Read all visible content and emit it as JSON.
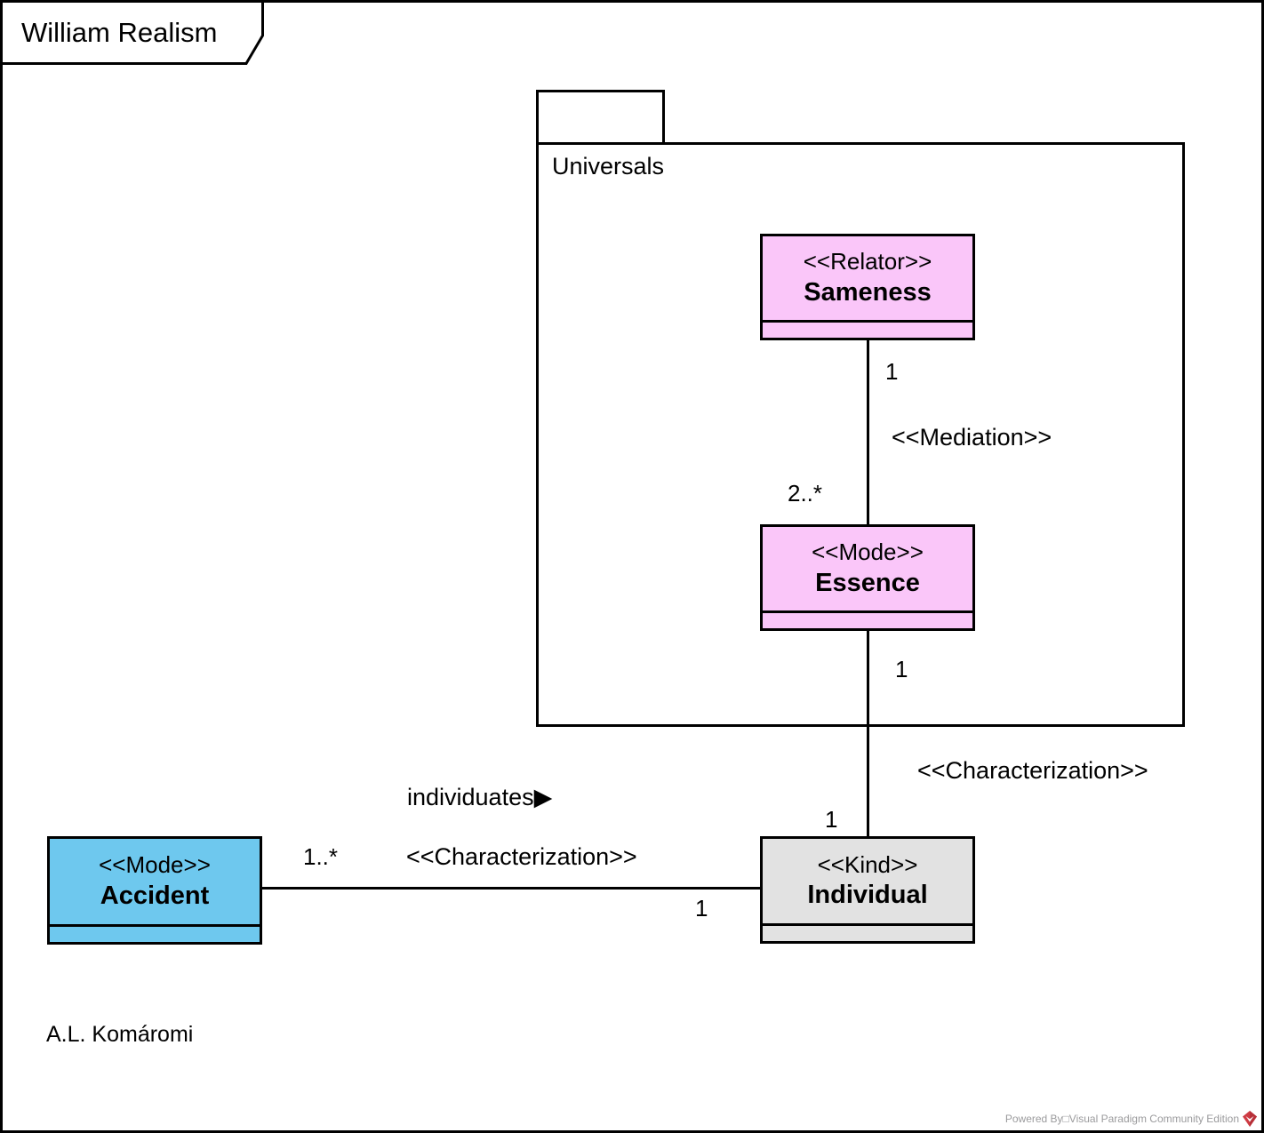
{
  "frame": {
    "title": "William Realism"
  },
  "package": {
    "name": "Universals"
  },
  "classes": {
    "sameness": {
      "stereotype": "<<Relator>>",
      "name": "Sameness",
      "fill": "#FAC6F9"
    },
    "essence": {
      "stereotype": "<<Mode>>",
      "name": "Essence",
      "fill": "#FAC6F9"
    },
    "individual": {
      "stereotype": "<<Kind>>",
      "name": "Individual",
      "fill": "#E2E2E2"
    },
    "accident": {
      "stereotype": "<<Mode>>",
      "name": "Accident",
      "fill": "#6EC8EE"
    }
  },
  "associations": {
    "mediation": {
      "stereotype": "<<Mediation>>",
      "sameness_multiplicity": "1",
      "essence_multiplicity": "2..*"
    },
    "essence_characterization": {
      "stereotype": "<<Characterization>>",
      "essence_multiplicity": "1",
      "individual_multiplicity": "1"
    },
    "accident_characterization": {
      "stereotype": "<<Characterization>>",
      "name": "individuates▶",
      "accident_multiplicity": "1..*",
      "individual_multiplicity": "1"
    }
  },
  "signature": "A.L. Komáromi",
  "watermark": {
    "text": "Powered By□Visual Paradigm Community Edition",
    "logo": "visual-paradigm-logo"
  },
  "colors": {
    "class_border": "#000000",
    "line": "#000000",
    "background": "#FFFFFF",
    "watermark_text": "#9B9B9D",
    "logo_red": "#CE3B43"
  }
}
